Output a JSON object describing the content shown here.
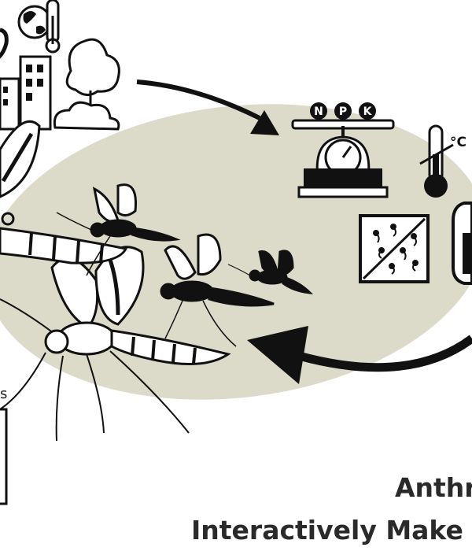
{
  "figure": {
    "title_line1": "Anthr",
    "title_line2": "Interactively Make",
    "left_fragment": "s"
  },
  "scale": {
    "label_n": "N",
    "label_p": "P",
    "label_k": "K"
  },
  "thermometer": {
    "unit": "°C"
  },
  "colors": {
    "ellipse": "#dcdbc9",
    "ink": "#111111",
    "text": "#2a2a2a"
  }
}
